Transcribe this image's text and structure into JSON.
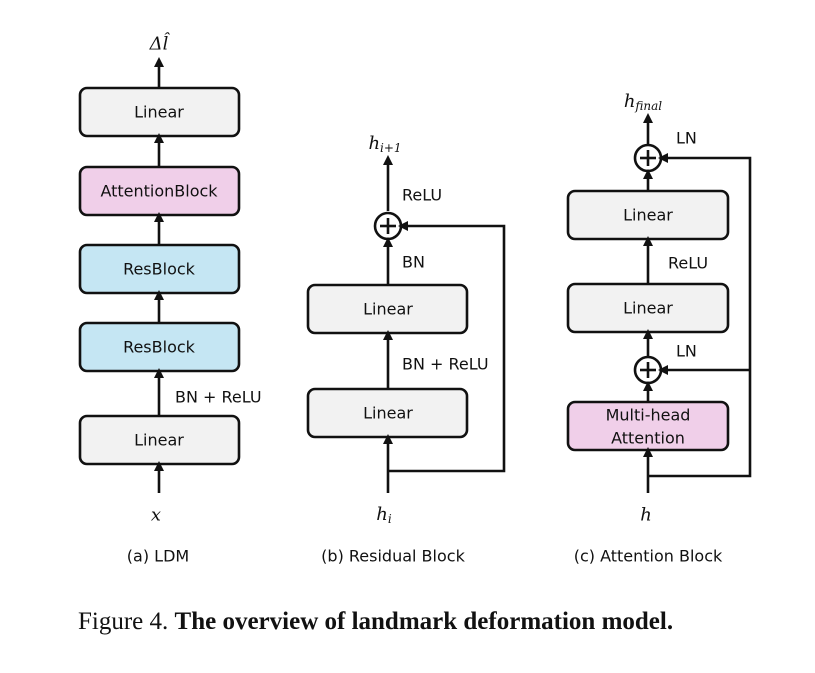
{
  "ldm": {
    "output_label": "Δl̂",
    "input_label": "x",
    "boxes": [
      "Linear",
      "AttentionBlock",
      "ResBlock",
      "ResBlock",
      "Linear"
    ],
    "edge_label": "BN + ReLU",
    "caption": "(a) LDM"
  },
  "residual": {
    "output_label": "h",
    "output_sub": "i+1",
    "input_label": "h",
    "input_sub": "i",
    "top_label": "ReLU",
    "mid_label": "BN",
    "low_label": "BN + ReLU",
    "box_top": "Linear",
    "box_bottom": "Linear",
    "caption": "(b) Residual Block"
  },
  "attention": {
    "output_label": "h",
    "output_sub": "final",
    "input_label": "h",
    "ln_top": "LN",
    "ln_bottom": "LN",
    "relu": "ReLU",
    "box_top": "Linear",
    "box_mid": "Linear",
    "box_mha_line1": "Multi-head",
    "box_mha_line2": "Attention",
    "caption": "(c) Attention Block"
  },
  "figure": {
    "number": "Figure 4.",
    "title": "The overview of landmark deformation model."
  },
  "colors": {
    "box_gray": "#f2f2f2",
    "box_blue": "#c5e6f3",
    "box_pink": "#f0cfe9",
    "stroke": "#111111"
  }
}
